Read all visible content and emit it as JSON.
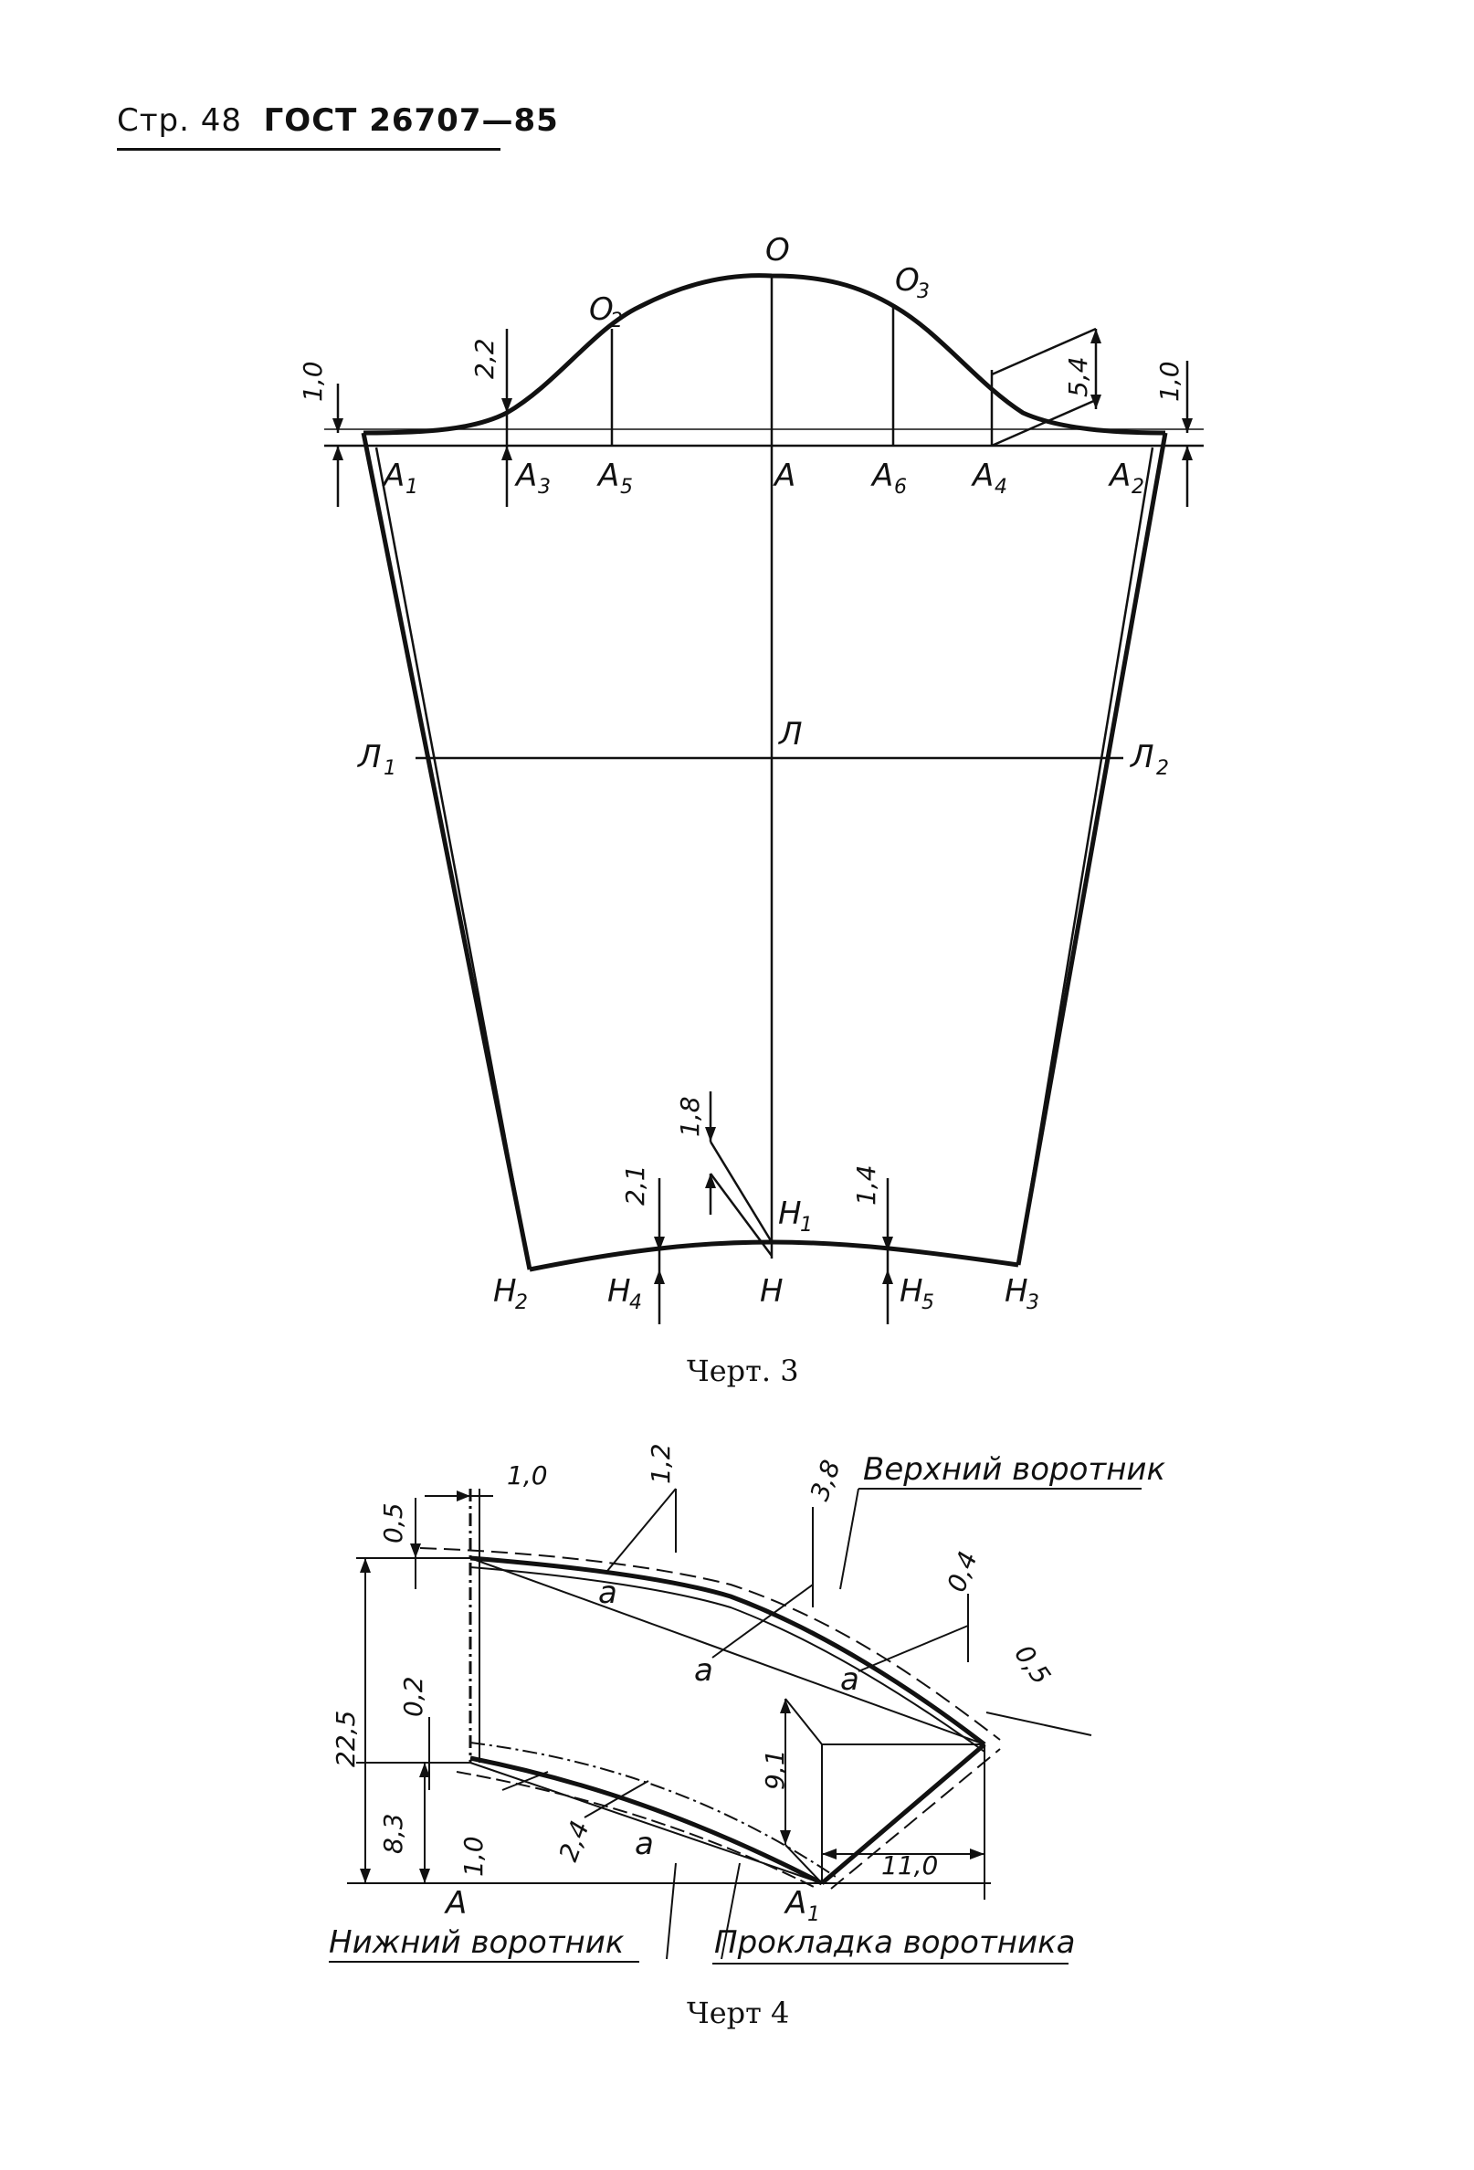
{
  "header": {
    "prefix": "Стр. 48",
    "code": "ГОСТ 26707—85"
  },
  "figure3": {
    "caption": "Черт. 3",
    "points": {
      "O": "O",
      "O2": "O",
      "O3": "O",
      "A": "A",
      "A1": "A",
      "A2": "A",
      "A3": "A",
      "A4": "A",
      "A5": "A",
      "A6": "A",
      "L": "Л",
      "L1": "Л",
      "L2": "Л",
      "H": "H",
      "H1": "H",
      "H2": "H",
      "H3": "H",
      "H4": "H",
      "H5": "H"
    },
    "subscripts": {
      "O2": "2",
      "O3": "3",
      "A1": "1",
      "A2": "2",
      "A3": "3",
      "A4": "4",
      "A5": "5",
      "A6": "6",
      "L1": "1",
      "L2": "2",
      "H1": "1",
      "H2": "2",
      "H3": "3",
      "H4": "4",
      "H5": "5"
    },
    "dimensions": {
      "left_1": "1,0",
      "right_1": "1,0",
      "a3": "2,2",
      "a4": "5,4",
      "h1": "1,8",
      "h4": "2,1",
      "h5": "1,4"
    }
  },
  "figure4": {
    "caption": "Черт 4",
    "upper_collar": "Верхний воротник",
    "lower_collar": "Нижний воротник",
    "interlining": "Прокладка воротника",
    "points": {
      "A": "A",
      "A1": "A",
      "A1_sub": "1",
      "a": "a"
    },
    "dimensions": {
      "d05_top": "0,5",
      "d10_top": "1,0",
      "d12": "1,2",
      "d38": "3,8",
      "d04": "0,4",
      "d05_right": "0,5",
      "d225": "22,5",
      "d02": "0,2",
      "d83": "8,3",
      "d91": "9,1",
      "d10_bottom": "1,0",
      "d24": "2,4",
      "d110": "11,0"
    }
  }
}
